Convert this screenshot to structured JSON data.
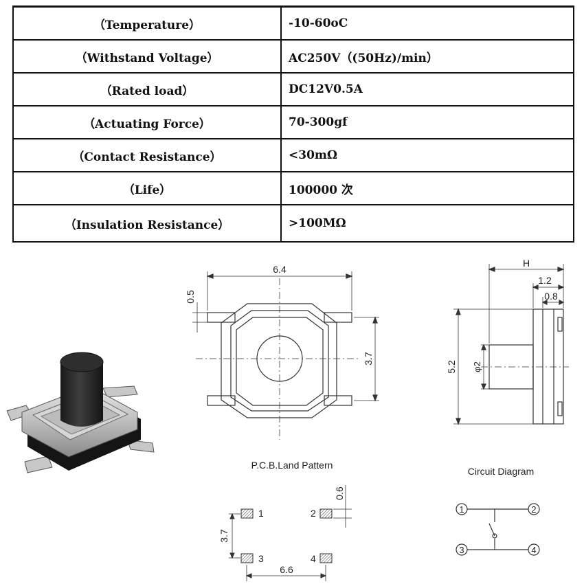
{
  "spec_table": {
    "rows": [
      {
        "name": "（Temperature）",
        "value": "-10-60oC"
      },
      {
        "name": "（Withstand Voltage）",
        "value": "AC250V（(50Hz)/min）"
      },
      {
        "name": "（Rated load）",
        "value": "DC12V0.5A"
      },
      {
        "name": "（Actuating Force）",
        "value": "70-300gf"
      },
      {
        "name": "（Contact Resistance）",
        "value": "<30mΩ"
      },
      {
        "name": "（Life）",
        "value": "100000 次"
      },
      {
        "name": "（Insulation Resistance）",
        "value": ">100MΩ"
      }
    ]
  },
  "top_view": {
    "width_dim": "6.4",
    "lead_dim": "0.5",
    "height_dim": "3.7"
  },
  "side_view": {
    "h_label": "H",
    "dim_1_2": "1.2",
    "dim_0_8": "0.8",
    "dim_5_2": "5.2",
    "dim_phi2": "φ2"
  },
  "pcb_land": {
    "title": "P.C.B.Land Pattern",
    "pad_labels": [
      "1",
      "2",
      "3",
      "4"
    ],
    "dim_0_6": "0.6",
    "dim_3_7": "3.7",
    "dim_6_6": "6.6"
  },
  "circuit": {
    "title": "Circuit Diagram",
    "pins": [
      "1",
      "2",
      "3",
      "4"
    ]
  }
}
